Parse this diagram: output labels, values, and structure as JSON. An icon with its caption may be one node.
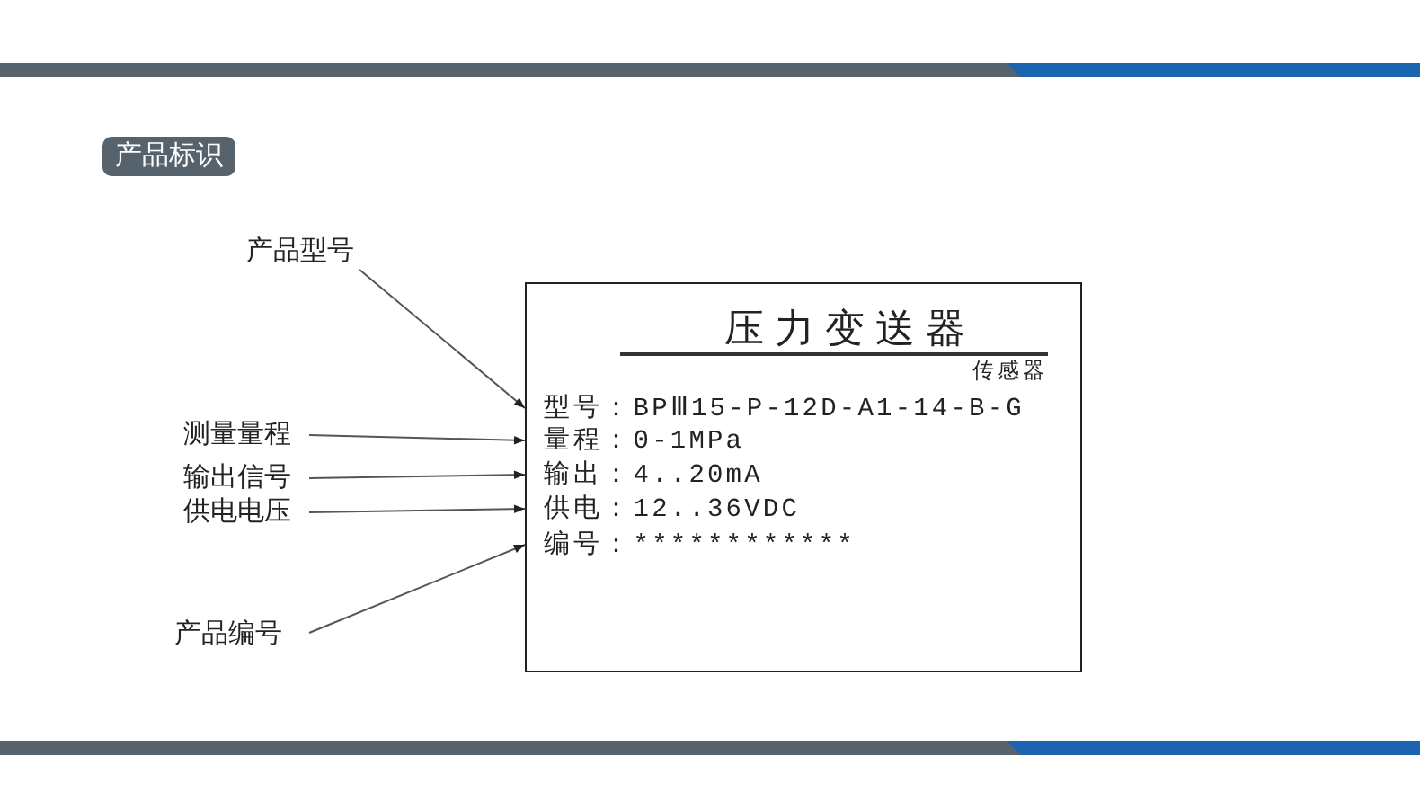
{
  "diagram": {
    "title": "产品标识",
    "nodes": [
      {
        "text": [
          "压力变送器",
          "传感器"
        ]
      },
      {
        "text": [
          "型号：BPⅢ15-P-12D-A1-14-B-G"
        ],
        "in": 0
      },
      {
        "text": [
          "量程：0-1MPa"
        ],
        "in": 0
      },
      {
        "text": [
          "输出：4..20mA"
        ],
        "in": 0
      },
      {
        "text": [
          "供电：12..36VDC"
        ],
        "in": 0
      },
      {
        "text": [
          "编号：************"
        ],
        "in": 0
      },
      {
        "text": [
          "产品型号"
        ]
      },
      {
        "text": [
          "测量量程"
        ]
      },
      {
        "text": [
          "输出信号"
        ]
      },
      {
        "text": [
          "供电电压"
        ]
      },
      {
        "text": [
          "产品编号"
        ]
      }
    ],
    "edges": [
      {
        "from": 6,
        "to": 1,
        "arrow": "to"
      },
      {
        "from": 7,
        "to": 2,
        "arrow": "to"
      },
      {
        "from": 8,
        "to": 3,
        "arrow": "to"
      },
      {
        "from": 9,
        "to": 4,
        "arrow": "to"
      },
      {
        "from": 10,
        "to": 5,
        "arrow": "to"
      }
    ]
  }
}
